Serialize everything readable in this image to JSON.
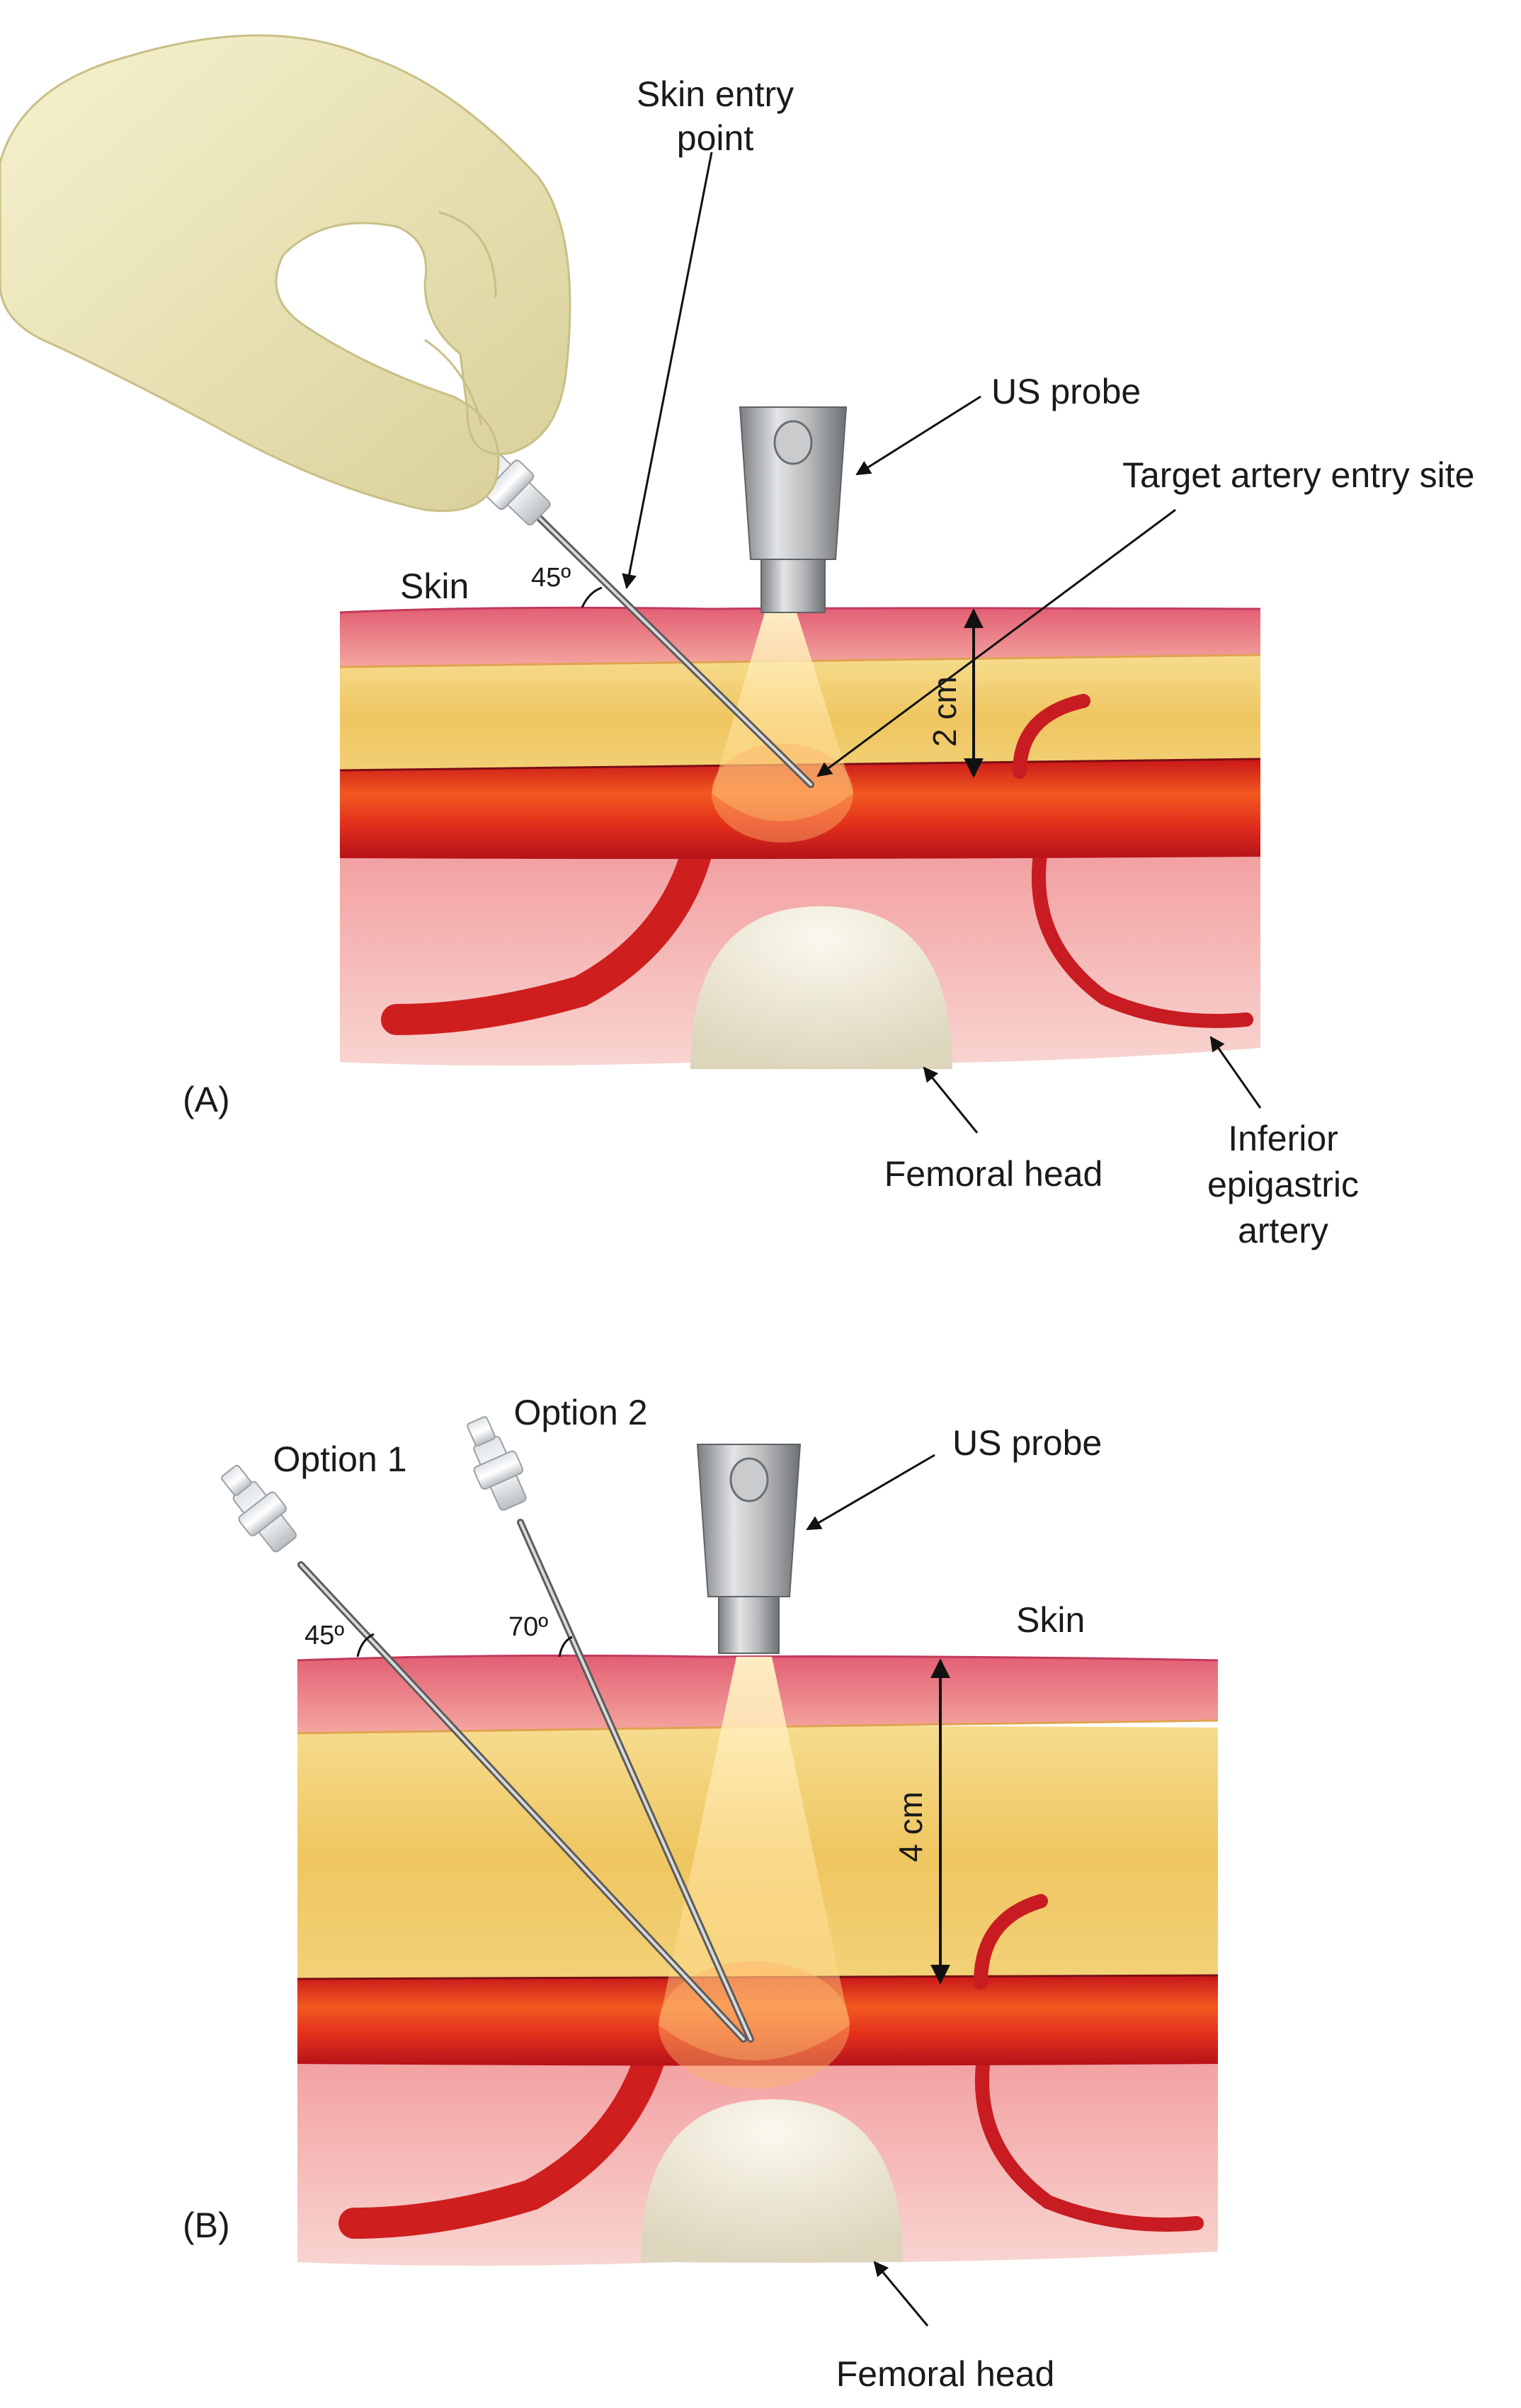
{
  "panel_a": {
    "panel_label": "(A)",
    "skin_entry_point": [
      "Skin entry",
      "point"
    ],
    "us_probe": "US probe",
    "target_artery": "Target artery entry site",
    "skin": "Skin",
    "angle": "45º",
    "depth": "2 cm",
    "femoral_head": "Femoral head",
    "inferior_epigastric": [
      "Inferior",
      "epigastric",
      "artery"
    ]
  },
  "panel_b": {
    "panel_label": "(B)",
    "option_1": "Option 1",
    "option_2": "Option 2",
    "us_probe": "US probe",
    "skin": "Skin",
    "angle_1": "45º",
    "angle_2": "70º",
    "depth": "4 cm",
    "femoral_head": "Femoral head"
  },
  "colors": {
    "skin_pink": "#e8707a",
    "fat_yellow": "#f3d27a",
    "artery_red": "#d8261f",
    "muscle_pink": "#f2b3b0",
    "bone": "#f1ecd9",
    "glove": "#ede7b9",
    "probe_metal": "#a4a6a8"
  }
}
